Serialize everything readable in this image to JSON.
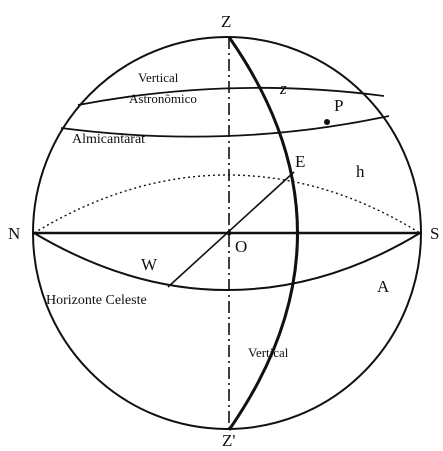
{
  "points": {
    "zenith": "Z",
    "nadir": "Z'",
    "north": "N",
    "south": "S",
    "east": "E",
    "west": "W",
    "center": "O",
    "star": "P",
    "zenith_distance": "z",
    "altitude": "h",
    "azimuth": "A"
  },
  "labels": {
    "vertical_astronomico_line1": "Vertical",
    "vertical_astronomico_line2": "Astronômico",
    "almicantarat": "Almicantarat",
    "horizonte_celeste": "Horizonte Celeste",
    "vertical": "Vertical"
  },
  "colors": {
    "stroke": "#111111",
    "background": "#ffffff"
  }
}
